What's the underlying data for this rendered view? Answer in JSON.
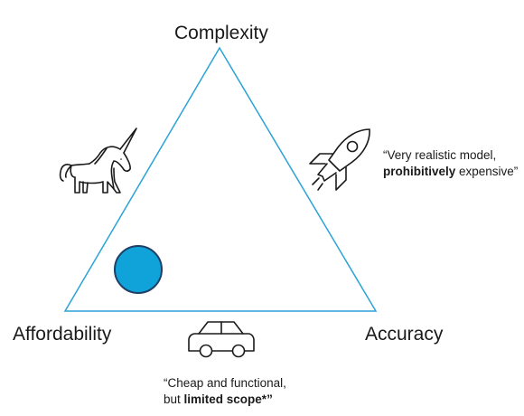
{
  "vertices": {
    "top": "Complexity",
    "left": "Affordability",
    "right": "Accuracy"
  },
  "annotations": {
    "rocket": {
      "line1": "“Very realistic model,",
      "bold": "prohibitively",
      "rest": " expensive”"
    },
    "car": {
      "line1": "“Cheap and functional,",
      "prefix": "but ",
      "bold": "limited scope*",
      "suffix": "”"
    }
  },
  "icons": {
    "top_left": "unicorn-icon",
    "top_right": "rocket-icon",
    "bottom": "car-icon"
  },
  "colors": {
    "triangle_stroke": "#2aa3d6",
    "marker_fill": "#0fa3d9",
    "marker_stroke": "#1f3f66",
    "icon_stroke": "#1a1a1a"
  }
}
